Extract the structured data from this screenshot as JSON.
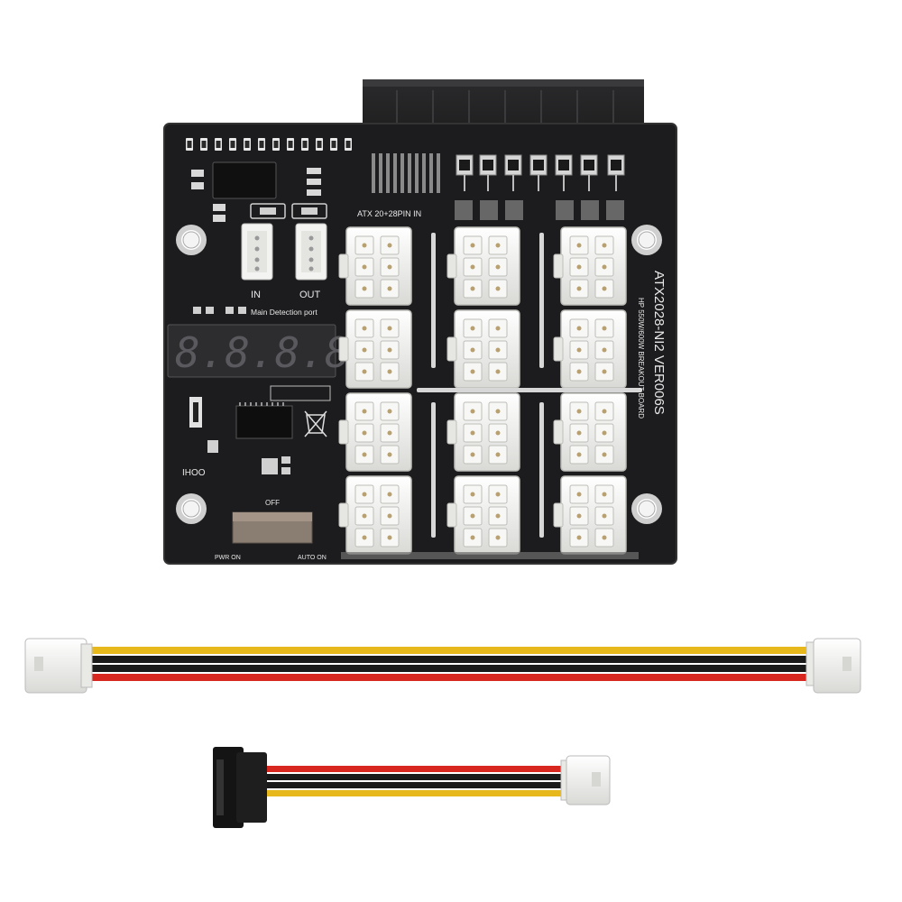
{
  "board": {
    "connector_label": "ATX 20+28PIN IN",
    "model": "ATX2028-NI2  VER006S",
    "subtitle": "HP 550W/600W BREAKOUT BOARD",
    "port_in": "IN",
    "port_out": "OUT",
    "detection_label": "Main Detection port",
    "switch_off": "OFF",
    "switch_pwr_on": "PWR ON",
    "switch_auto_on": "AUTO ON",
    "brand_mark": "IHOO",
    "display_digits": "8.8.8.8"
  },
  "cables": {
    "long_cable_wires": [
      "yellow",
      "black",
      "black",
      "red"
    ],
    "short_cable_wires": [
      "red",
      "black",
      "black",
      "yellow"
    ]
  },
  "colors": {
    "pcb": "#1c1c1e",
    "connector": "#f2f2f0",
    "wire_yellow": "#e7b81c",
    "wire_red": "#d8271f",
    "wire_black": "#1a1a1a"
  }
}
